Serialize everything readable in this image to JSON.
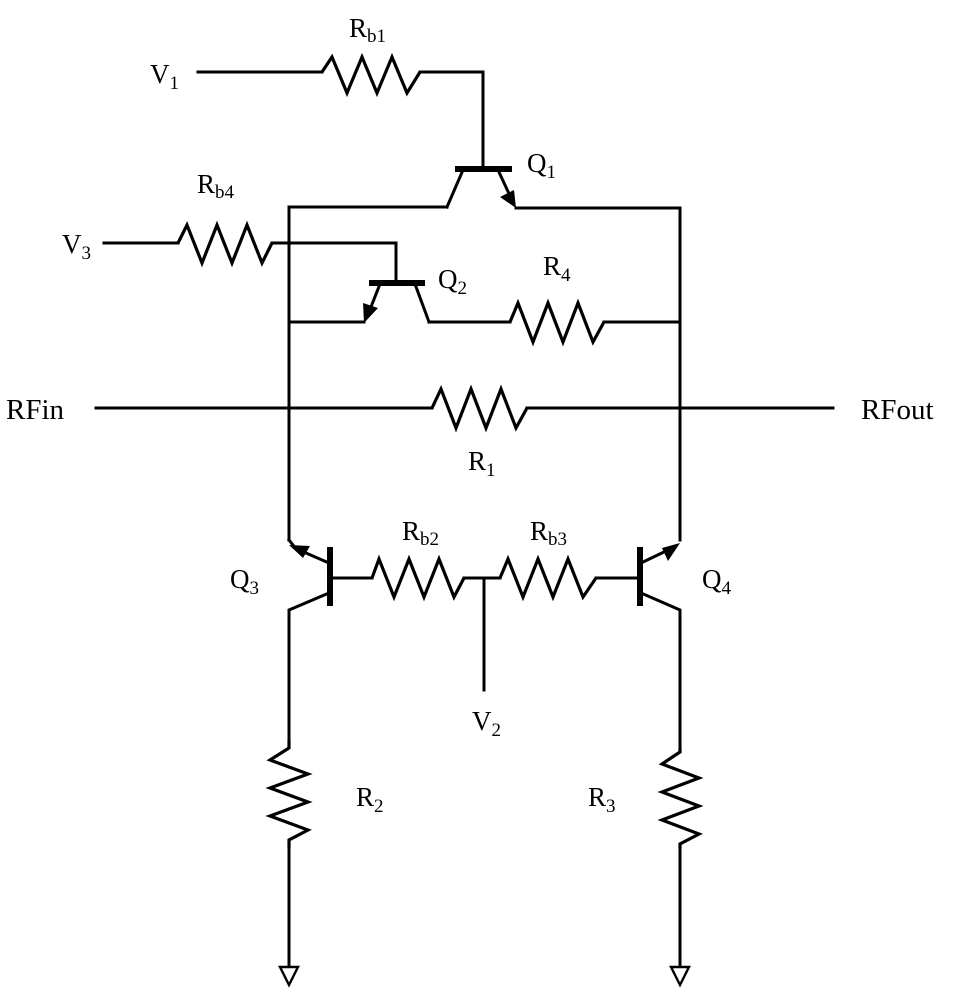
{
  "diagram": {
    "nodes": [
      {
        "id": "V1",
        "label": "V",
        "sub": "1"
      },
      {
        "id": "V2",
        "label": "V",
        "sub": "2"
      },
      {
        "id": "V3",
        "label": "V",
        "sub": "3"
      },
      {
        "id": "RFin",
        "label": "RFin",
        "sub": ""
      },
      {
        "id": "RFout",
        "label": "RFout",
        "sub": ""
      },
      {
        "id": "Rb1",
        "label": "R",
        "sub": "b1"
      },
      {
        "id": "Rb2",
        "label": "R",
        "sub": "b2"
      },
      {
        "id": "Rb3",
        "label": "R",
        "sub": "b3"
      },
      {
        "id": "Rb4",
        "label": "R",
        "sub": "b4"
      },
      {
        "id": "R1",
        "label": "R",
        "sub": "1"
      },
      {
        "id": "R2",
        "label": "R",
        "sub": "2"
      },
      {
        "id": "R3",
        "label": "R",
        "sub": "3"
      },
      {
        "id": "R4",
        "label": "R",
        "sub": "4"
      },
      {
        "id": "Q1",
        "label": "Q",
        "sub": "1"
      },
      {
        "id": "Q2",
        "label": "Q",
        "sub": "2"
      },
      {
        "id": "Q3",
        "label": "Q",
        "sub": "3"
      },
      {
        "id": "Q4",
        "label": "Q",
        "sub": "4"
      }
    ],
    "edges": [
      {
        "from": "V1",
        "to": "Rb1"
      },
      {
        "from": "Rb1",
        "to": "Q1",
        "pin": "base"
      },
      {
        "from": "Q1",
        "to": "left-rail",
        "pin": "collector"
      },
      {
        "from": "Q1",
        "to": "right-rail",
        "pin": "emitter"
      },
      {
        "from": "V3",
        "to": "Rb4"
      },
      {
        "from": "Rb4",
        "to": "Q2",
        "pin": "base"
      },
      {
        "from": "Q2",
        "to": "left-rail",
        "pin": "emitter"
      },
      {
        "from": "Q2",
        "to": "R4",
        "pin": "collector"
      },
      {
        "from": "R4",
        "to": "right-rail"
      },
      {
        "from": "RFin",
        "to": "R1"
      },
      {
        "from": "R1",
        "to": "RFout"
      },
      {
        "from": "left-rail",
        "to": "Q3",
        "pin": "emitter"
      },
      {
        "from": "right-rail",
        "to": "Q4",
        "pin": "emitter"
      },
      {
        "from": "Q3",
        "to": "Rb2",
        "pin": "base"
      },
      {
        "from": "Rb2",
        "to": "V2"
      },
      {
        "from": "V2",
        "to": "Rb3"
      },
      {
        "from": "Rb3",
        "to": "Q4",
        "pin": "base"
      },
      {
        "from": "Q3",
        "to": "R2",
        "pin": "collector"
      },
      {
        "from": "R2",
        "to": "ground"
      },
      {
        "from": "Q4",
        "to": "R3",
        "pin": "collector"
      },
      {
        "from": "R3",
        "to": "ground"
      }
    ]
  },
  "labels": {
    "rb1": {
      "main": "R",
      "sub": "b1"
    },
    "v1": {
      "main": "V",
      "sub": "1"
    },
    "q1": {
      "main": "Q",
      "sub": "1"
    },
    "rb4": {
      "main": "R",
      "sub": "b4"
    },
    "v3": {
      "main": "V",
      "sub": "3"
    },
    "q2": {
      "main": "Q",
      "sub": "2"
    },
    "r4": {
      "main": "R",
      "sub": "4"
    },
    "rfin": "RFin",
    "rfout": "RFout",
    "r1": {
      "main": "R",
      "sub": "1"
    },
    "rb2": {
      "main": "R",
      "sub": "b2"
    },
    "rb3": {
      "main": "R",
      "sub": "b3"
    },
    "q3": {
      "main": "Q",
      "sub": "3"
    },
    "q4": {
      "main": "Q",
      "sub": "4"
    },
    "v2": {
      "main": "V",
      "sub": "2"
    },
    "r2": {
      "main": "R",
      "sub": "2"
    },
    "r3": {
      "main": "R",
      "sub": "3"
    }
  }
}
